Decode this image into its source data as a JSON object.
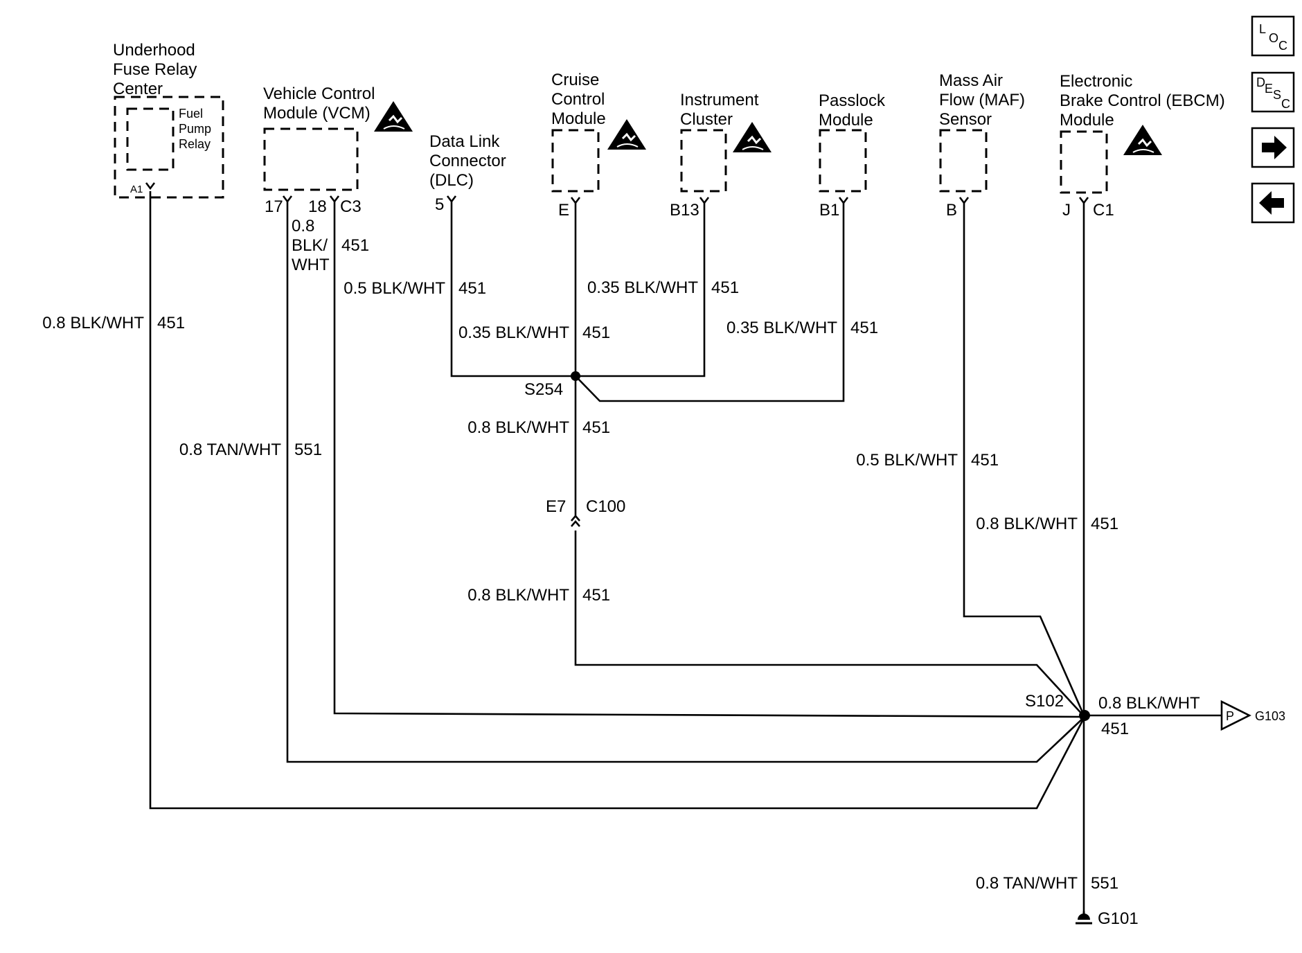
{
  "components": {
    "fuse_center": [
      "Underhood",
      "Fuse Relay",
      "Center"
    ],
    "fuel_pump_relay": [
      "Fuel",
      "Pump",
      "Relay"
    ],
    "vcm": [
      "Vehicle Control",
      "Module (VCM)"
    ],
    "dlc": [
      "Data Link",
      "Connector",
      "(DLC)"
    ],
    "cruise": [
      "Cruise",
      "Control",
      "Module"
    ],
    "cluster": [
      "Instrument",
      "Cluster"
    ],
    "passlock": [
      "Passlock",
      "Module"
    ],
    "maf": [
      "Mass Air",
      "Flow (MAF)",
      "Sensor"
    ],
    "ebcm": [
      "Electronic",
      "Brake Control (EBCM)",
      "Module"
    ]
  },
  "pins": {
    "a1": "A1",
    "p17": "17",
    "p18": "18",
    "c3": "C3",
    "p5": "5",
    "e": "E",
    "b13": "B13",
    "b1": "B1",
    "b": "B",
    "j": "J",
    "c1": "C1",
    "e7": "E7",
    "c100": "C100"
  },
  "splices": {
    "s254": "S254",
    "s102": "S102"
  },
  "grounds": {
    "g101": "G101",
    "g103": "G103",
    "p_label": "P"
  },
  "wires": {
    "fuse": {
      "spec": "0.8 BLK/WHT",
      "circuit": "451"
    },
    "vcm17_spec": [
      "0.8",
      "BLK/",
      "WHT"
    ],
    "vcm17_circuit": "451",
    "vcm17_lower": {
      "spec": "0.8 TAN/WHT",
      "circuit": "551"
    },
    "dlc_upper": {
      "spec": "0.5 BLK/WHT",
      "circuit": "451"
    },
    "dlc_lower": {
      "spec": "0.35 BLK/WHT",
      "circuit": "451"
    },
    "cruise": {
      "spec": "0.35 BLK/WHT",
      "circuit": "451"
    },
    "passlock": {
      "spec": "0.35 BLK/WHT",
      "circuit": "451"
    },
    "s254_out": {
      "spec": "0.8 BLK/WHT",
      "circuit": "451"
    },
    "c100_out": {
      "spec": "0.8 BLK/WHT",
      "circuit": "451"
    },
    "maf": {
      "spec": "0.5 BLK/WHT",
      "circuit": "451"
    },
    "ebcm": {
      "spec": "0.8 BLK/WHT",
      "circuit": "451"
    },
    "g103": {
      "spec": "0.8 BLK/WHT",
      "circuit": "451"
    },
    "g101": {
      "spec": "0.8 TAN/WHT",
      "circuit": "551"
    }
  },
  "nav": {
    "loc": {
      "big": "L",
      "sub": "O",
      "sub2": "C"
    },
    "desc": {
      "big": "D",
      "sub": "E",
      "sub2": "S",
      "sub3": "C"
    }
  },
  "icons": {
    "esd": "esd-warning-icon",
    "forward": "arrow-right-icon",
    "back": "arrow-left-icon",
    "ground": "ground-icon"
  }
}
